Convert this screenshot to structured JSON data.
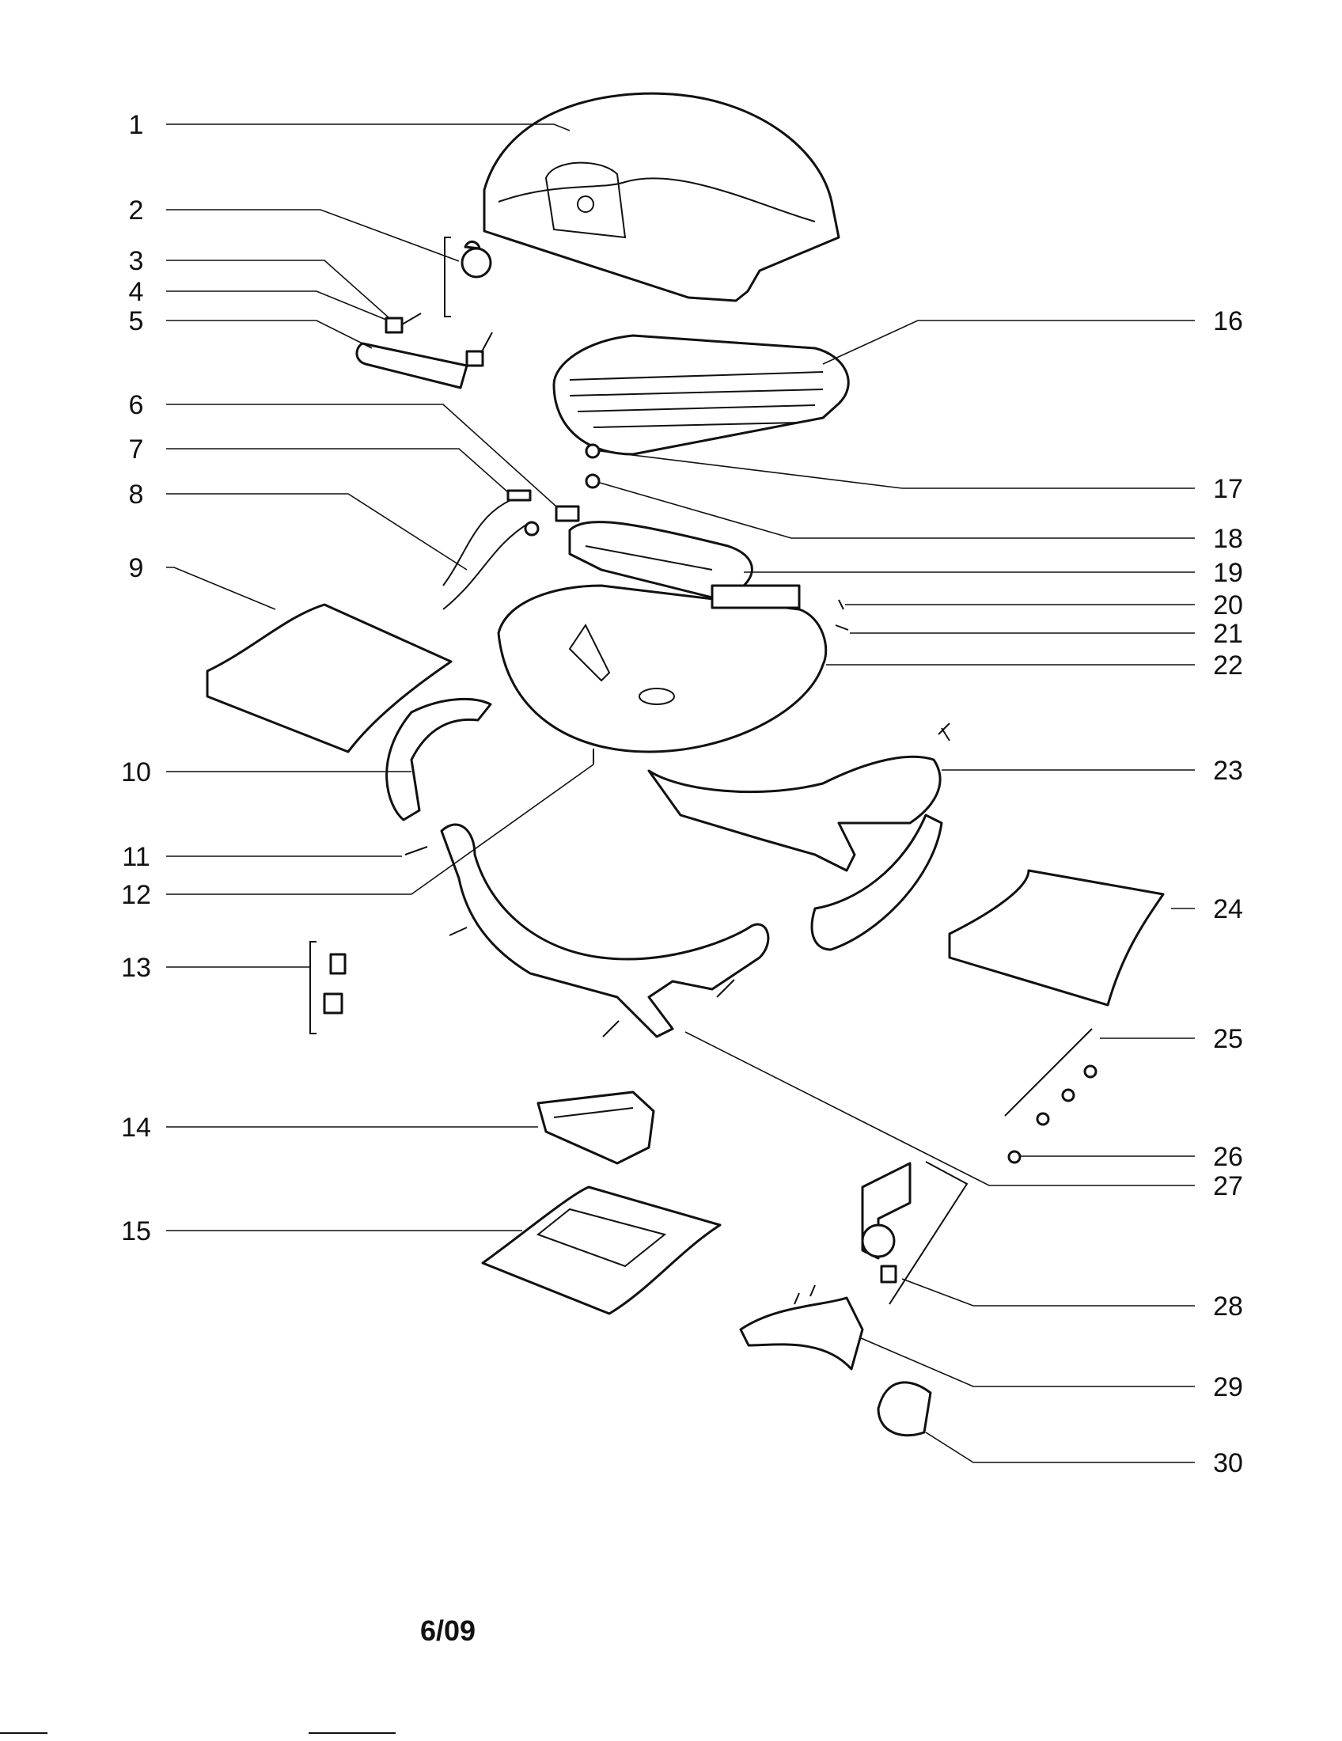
{
  "diagram": {
    "labels_left": [
      "1",
      "2",
      "3",
      "4",
      "5",
      "6",
      "7",
      "8",
      "9",
      "10",
      "11",
      "12",
      "13",
      "14",
      "15"
    ],
    "labels_right": [
      "16",
      "17",
      "18",
      "19",
      "20",
      "21",
      "22",
      "23",
      "24",
      "25",
      "26",
      "27",
      "28",
      "29",
      "30"
    ]
  },
  "footer": {
    "date": "6/09"
  }
}
